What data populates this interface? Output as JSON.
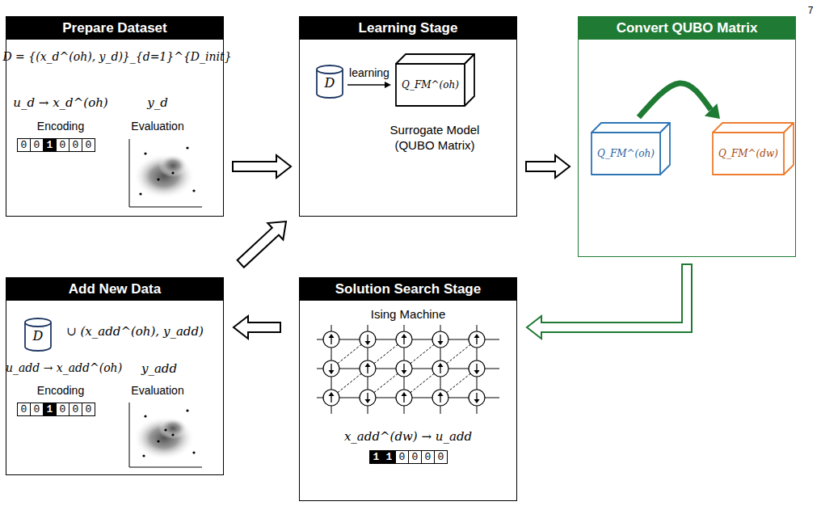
{
  "diagram": {
    "nodes": [
      {
        "text": [
          "Prepare Dataset"
        ]
      },
      {
        "text": [
          "Learning Stage"
        ]
      },
      {
        "text": [
          "D"
        ],
        "in": 1
      },
      {
        "text": [
          "Q_FM^(oh)"
        ],
        "in": 1
      },
      {
        "text": [
          "Convert QUBO Matrix"
        ]
      },
      {
        "text": [
          "Q_FM^(oh)"
        ],
        "in": 4
      },
      {
        "text": [
          "Q_FM^(dw)"
        ],
        "in": 4
      },
      {
        "text": [
          "Add New Data"
        ]
      },
      {
        "text": [
          "D"
        ],
        "in": 7
      },
      {
        "text": [
          "Solution Search Stage"
        ]
      }
    ],
    "edges": [
      {
        "from": 0,
        "to": 1,
        "arrow": "to"
      },
      {
        "from": 1,
        "to": 4,
        "arrow": "to"
      },
      {
        "from": 4,
        "to": 9,
        "arrow": "to"
      },
      {
        "from": 9,
        "to": 7,
        "arrow": "to"
      },
      {
        "from": 7,
        "to": 1,
        "arrow": "to"
      },
      {
        "from": 2,
        "to": 3,
        "label": "learning",
        "arrow": "to"
      },
      {
        "from": 5,
        "to": 6,
        "arrow": "to"
      }
    ],
    "labels": [
      "7",
      "D = {(x_d^(oh), y_d)}_{d=1}^{D_init}",
      "u_d → x_d^(oh)",
      "y_d",
      "Encoding",
      "Evaluation",
      "0",
      "0",
      "1",
      "0",
      "0",
      "0",
      "Surrogate Model (QUBO Matrix)",
      "∪ (x_add^(oh), y_add)",
      "u_add → x_add^(oh)",
      "y_add",
      "Encoding",
      "Evaluation",
      "0",
      "0",
      "1",
      "0",
      "0",
      "0",
      "Ising Machine",
      "x_add^(dw) → u_add",
      "1",
      "1",
      "0",
      "0",
      "0",
      "0"
    ]
  }
}
